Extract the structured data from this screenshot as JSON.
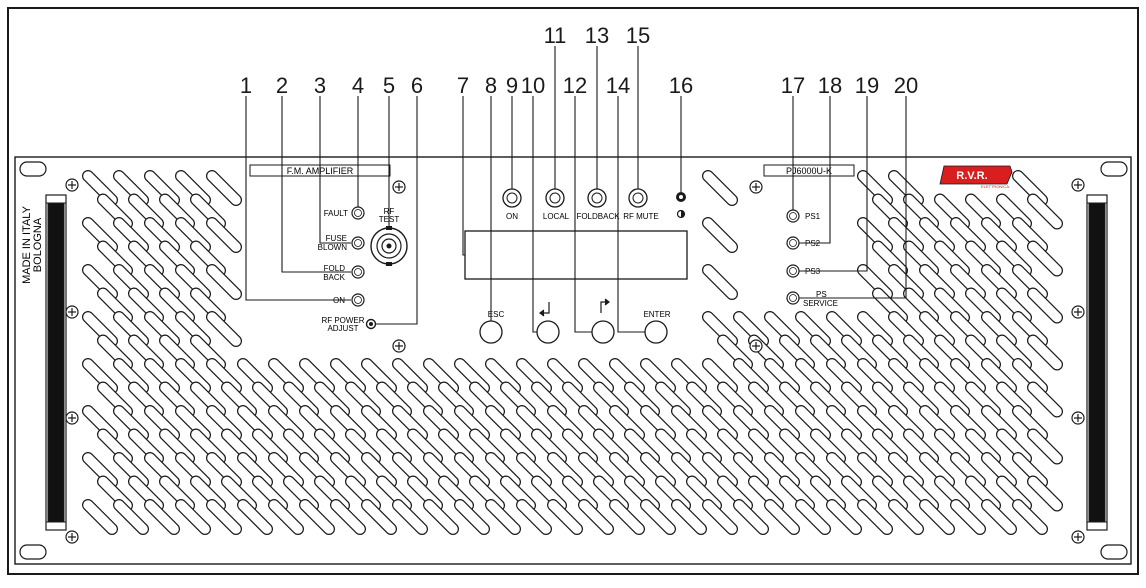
{
  "callout_numbers": [
    "1",
    "2",
    "3",
    "4",
    "5",
    "6",
    "7",
    "8",
    "9",
    "10",
    "11",
    "12",
    "13",
    "14",
    "15",
    "16",
    "17",
    "18",
    "19",
    "20"
  ],
  "labels": {
    "side_text_1": "MADE IN ITALY",
    "side_text_2": "BOLOGNA",
    "amplifier_title": "F.M. AMPLIFIER",
    "model": "PJ6000U-K",
    "fault": "FAULT",
    "fuse_1": "FUSE",
    "fuse_2": "BLOWN",
    "fold_1": "FOLD",
    "fold_2": "BACK",
    "on_led": "ON",
    "rf_test_1": "RF",
    "rf_test_2": "TEST",
    "rf_power_1": "RF POWER",
    "rf_power_2": "ADJUST",
    "btn_on": "ON",
    "btn_local": "LOCAL",
    "btn_foldback": "FOLDBACK",
    "btn_rf_mute": "RF MUTE",
    "btn_esc": "ESC",
    "btn_enter": "ENTER",
    "ps1": "PS1",
    "ps2": "PS2",
    "ps3": "PS3",
    "ps_service_1": "PS",
    "ps_service_2": "SERVICE",
    "logo": "R.V.R.",
    "logo_sub": "ELETTRONICA"
  },
  "colors": {
    "line": "#1a1a1a",
    "logo_red": "#d81e1e"
  }
}
